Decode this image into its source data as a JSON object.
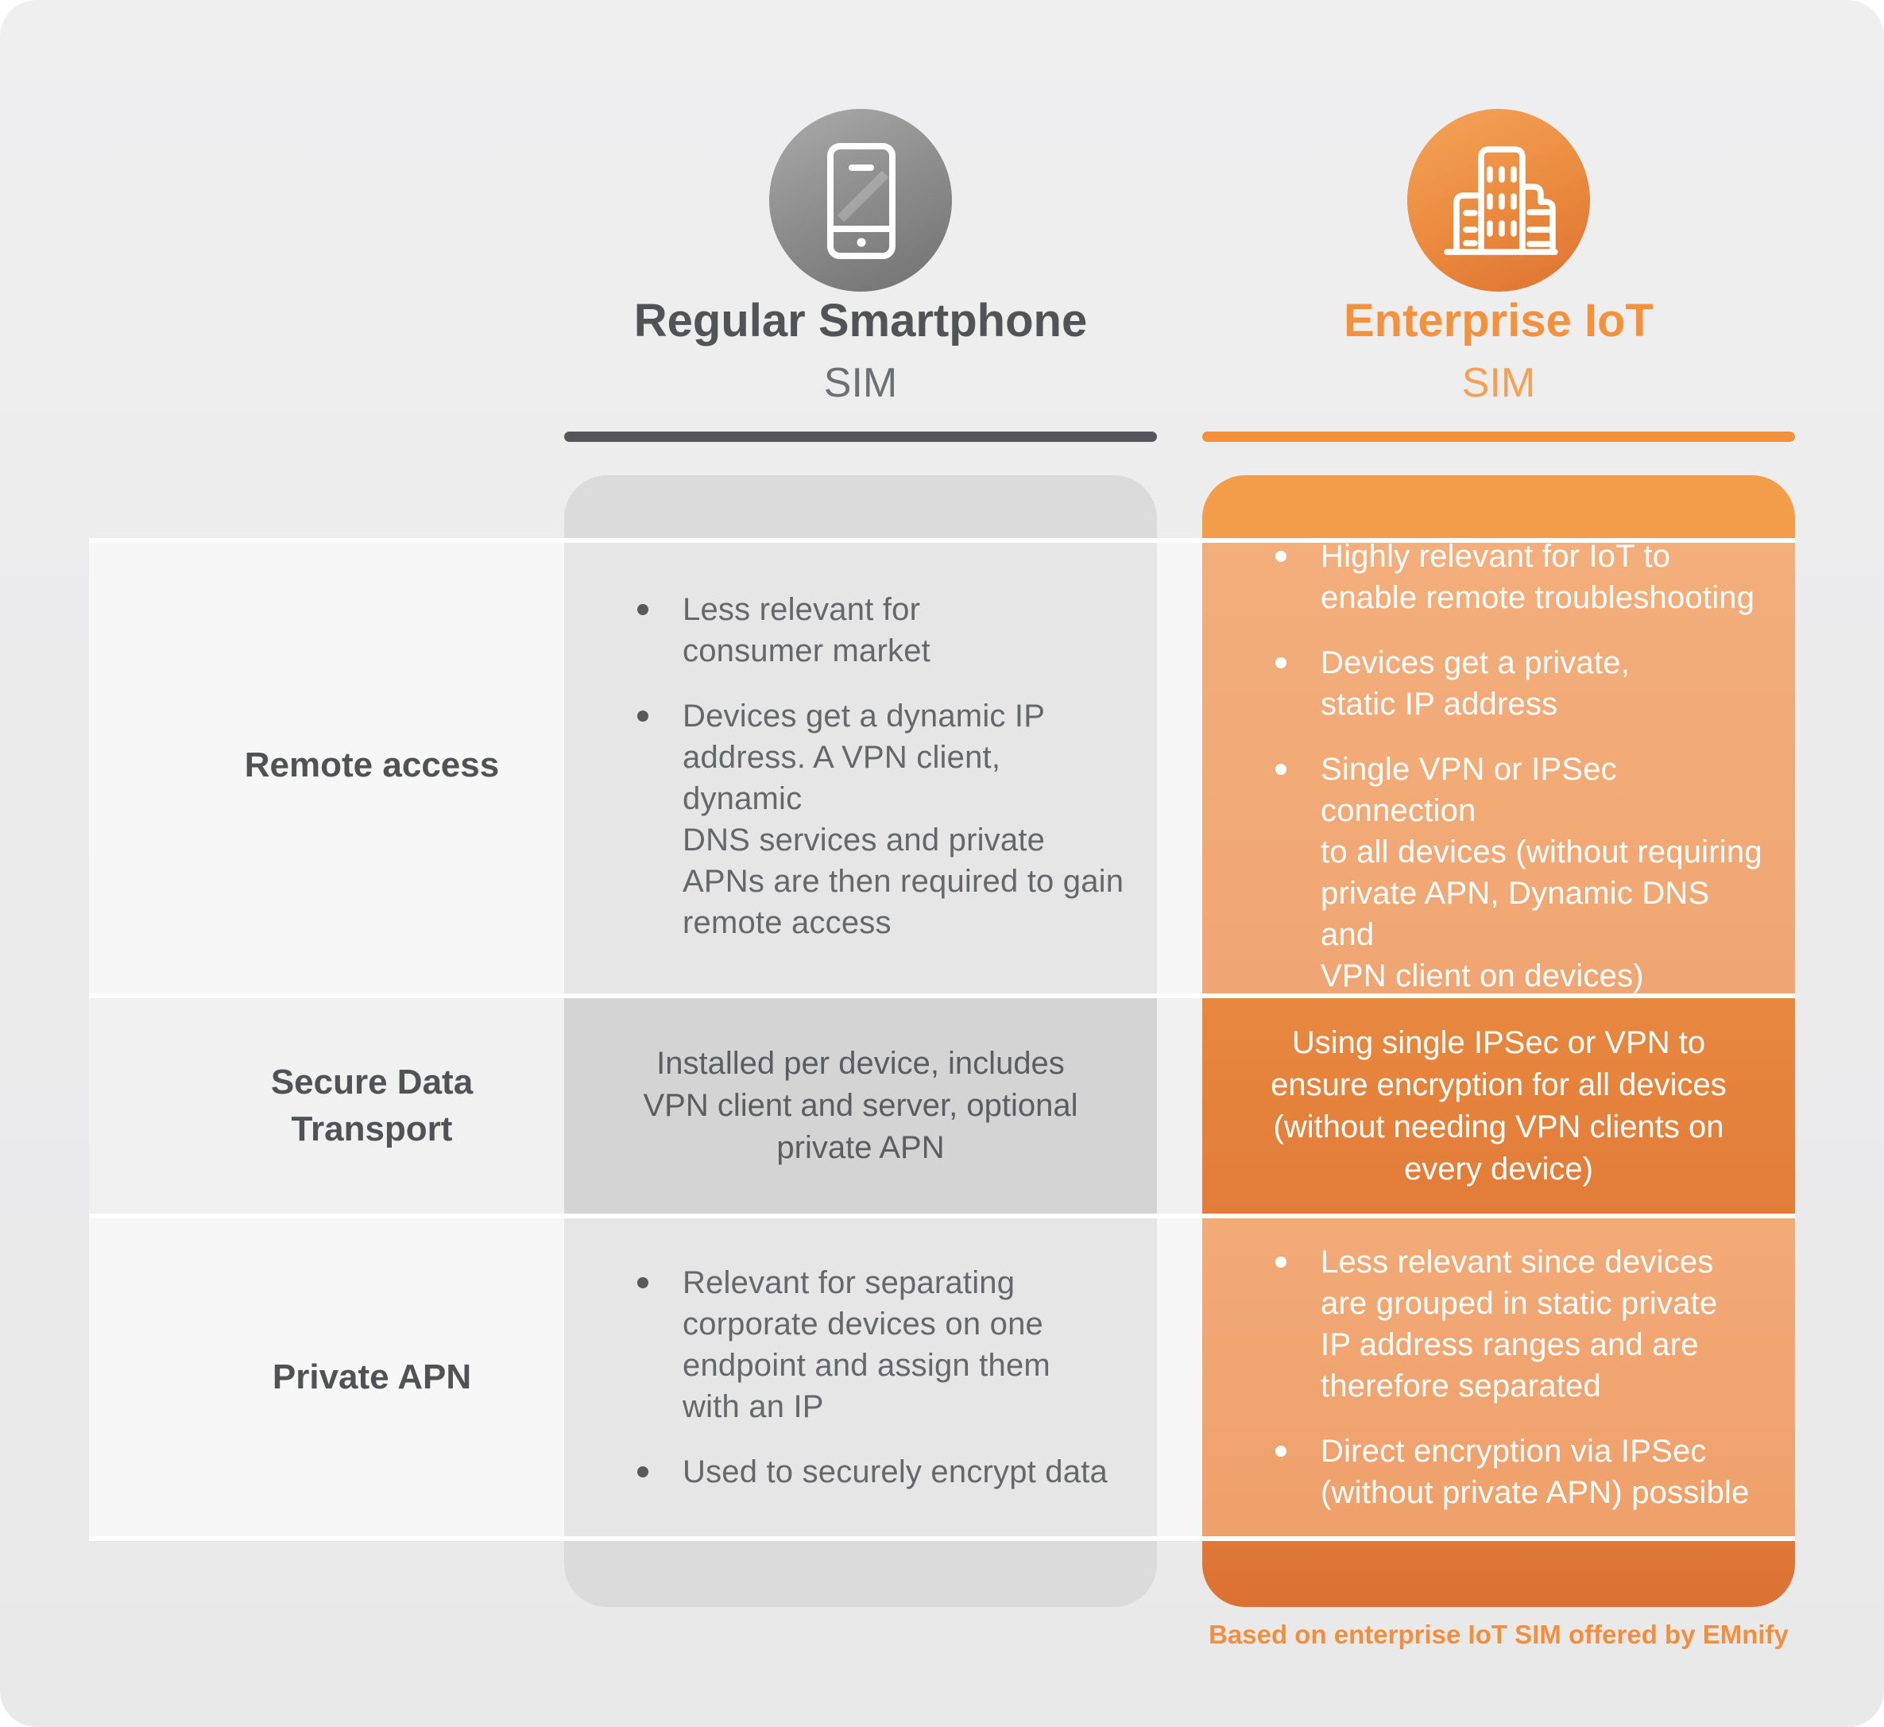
{
  "header": {
    "regular": {
      "title": "Regular Smartphone",
      "subtitle": "SIM"
    },
    "enterprise": {
      "title": "Enterprise IoT",
      "subtitle": "SIM"
    }
  },
  "icons": {
    "regular": "smartphone-icon",
    "enterprise": "office-buildings-icon"
  },
  "rows": [
    {
      "label": "Remote access",
      "regular_items": [
        "Less relevant for\nconsumer market",
        "Devices get a dynamic IP\naddress. A VPN client, dynamic\nDNS services and private\nAPNs are then required to gain\nremote access"
      ],
      "enterprise_items": [
        "Highly relevant for IoT to\nenable remote troubleshooting",
        "Devices get a private,\nstatic IP address",
        "Single VPN or IPSec connection\nto all devices (without requiring\nprivate APN, Dynamic DNS and\nVPN client on devices)"
      ]
    },
    {
      "label": "Secure Data\nTransport",
      "regular_text": "Installed per device, includes\nVPN client and server, optional\nprivate APN",
      "enterprise_text": "Using single IPSec or VPN to\nensure encryption for all devices\n(without needing VPN clients on\nevery device)"
    },
    {
      "label": "Private APN",
      "regular_items": [
        "Relevant for separating\ncorporate devices on one\nendpoint and assign them\nwith an IP",
        "Used to securely encrypt data"
      ],
      "enterprise_items": [
        "Less relevant since devices\nare grouped in static private\nIP address ranges and are\ntherefore separated",
        "Direct encryption via IPSec\n(without private APN) possible"
      ]
    }
  ],
  "footer": {
    "note": "Based on enterprise IoT SIM offered by EMnify"
  },
  "colors": {
    "brand_orange": "#f4913c",
    "brand_gray": "#58595b",
    "orange_cell_light": "#f2aa76",
    "orange_cell_dark": "#e5823d",
    "gray_cell_light": "#e6e6e6",
    "gray_cell_dark": "#d4d4d5",
    "band_light": "#f7f7f7",
    "page_background": "#ececed",
    "text_on_orange": "#ffffff",
    "body_text": "#66676a"
  }
}
